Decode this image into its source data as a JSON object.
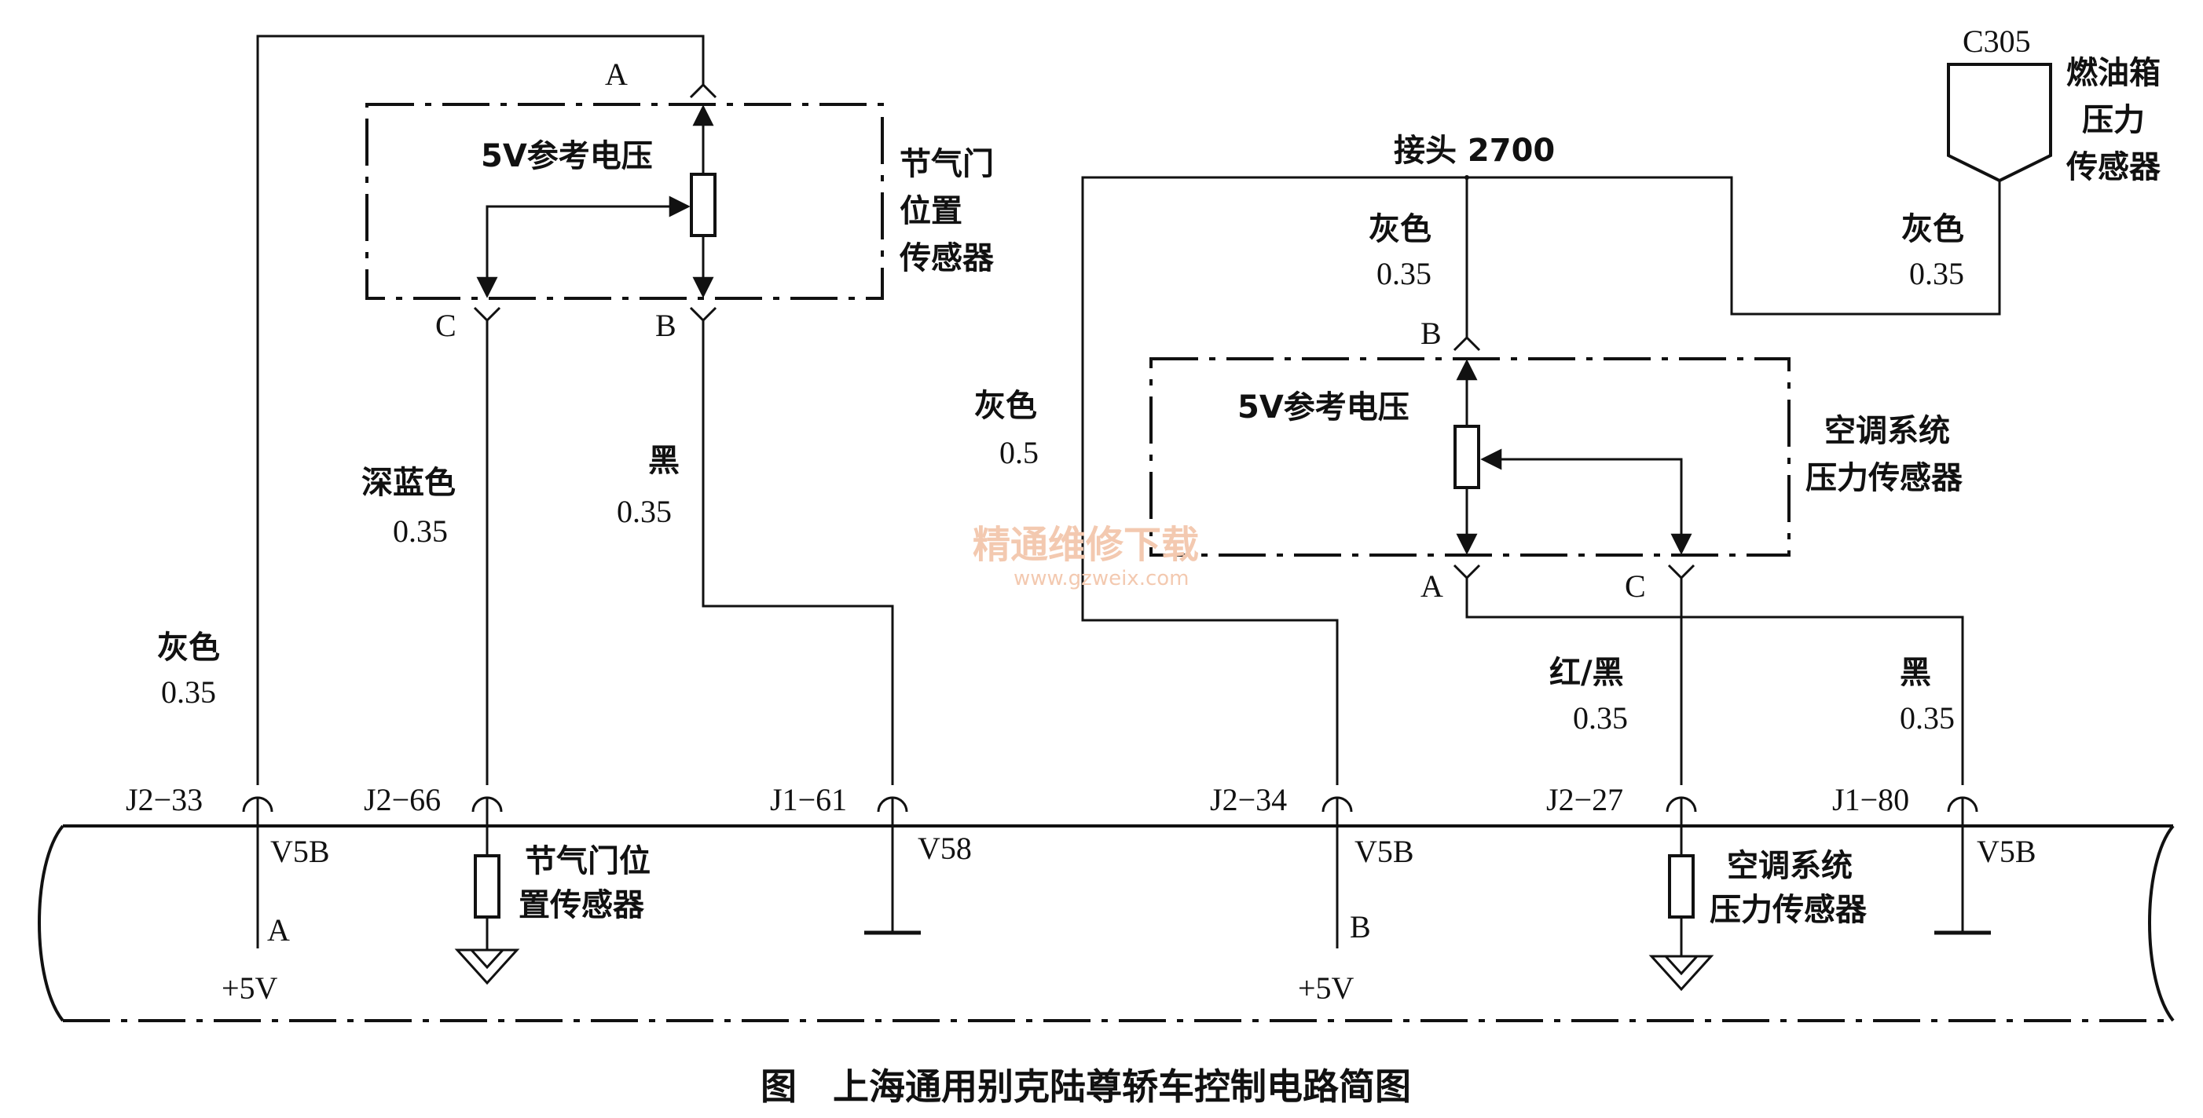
{
  "caption": "图　上海通用别克陆尊轿车控制电路简图",
  "watermark": {
    "cn": "精通维修下载",
    "url": "www.gzweix.com"
  },
  "throttle_sensor": {
    "name_lines": [
      "节气门",
      "位置",
      "传感器"
    ],
    "ref_voltage": "5V参考电压",
    "pins": {
      "a": "A",
      "b": "B",
      "c": "C"
    }
  },
  "ac_sensor": {
    "name_lines": [
      "空调系统",
      "压力传感器"
    ],
    "ref_voltage": "5V参考电压",
    "pins": {
      "a": "A",
      "b": "B",
      "c": "C"
    }
  },
  "fuel_sensor": {
    "connector": "C305",
    "name_lines": [
      "燃油箱",
      "压力",
      "传感器"
    ]
  },
  "splice": "接头 2700",
  "wires": {
    "gray_left": {
      "color": "灰色",
      "gauge": "0.35"
    },
    "dark_blue": {
      "color": "深蓝色",
      "gauge": "0.35"
    },
    "black_left": {
      "color": "黑",
      "gauge": "0.35"
    },
    "gray_05": {
      "color": "灰色",
      "gauge": "0.5"
    },
    "gray_b": {
      "color": "灰色",
      "gauge": "0.35"
    },
    "gray_fuel": {
      "color": "灰色",
      "gauge": "0.35"
    },
    "red_black": {
      "color": "红/黑",
      "gauge": "0.35"
    },
    "black_right": {
      "color": "黑",
      "gauge": "0.35"
    }
  },
  "pcm_pins": {
    "j2_33": {
      "label": "J2−33",
      "signal": "V5B",
      "sub": "A",
      "supply": "+5V"
    },
    "j2_66": {
      "label": "J2−66",
      "internal_lines": [
        "节气门位",
        "置传感器"
      ]
    },
    "j1_61": {
      "label": "J1−61",
      "signal": "V58"
    },
    "j2_34": {
      "label": "J2−34",
      "signal": "V5B",
      "sub": "B",
      "supply": "+5V"
    },
    "j2_27": {
      "label": "J2−27",
      "internal_lines": [
        "空调系统",
        "压力传感器"
      ]
    },
    "j1_80": {
      "label": "J1−80",
      "signal": "V5B"
    }
  }
}
